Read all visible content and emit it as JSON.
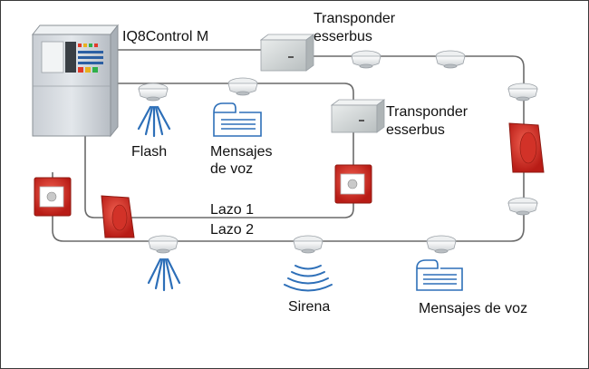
{
  "labels": {
    "panel": "IQ8Control M",
    "transponder_top_1": "Transponder",
    "transponder_top_2": "esserbus",
    "transponder_mid_1": "Transponder",
    "transponder_mid_2": "esserbus",
    "flash": "Flash",
    "voice_upper_1": "Mensajes",
    "voice_upper_2": "de voz",
    "loop1": "Lazo 1",
    "loop2": "Lazo 2",
    "siren": "Sirena",
    "voice_lower": "Mensajes de voz"
  },
  "colors": {
    "line": "#6a6a6a",
    "device_red": "#d62b22",
    "flash_blue": "#2d6fb8",
    "panel_body": "#d8dde2"
  },
  "icons": [
    "fire-panel",
    "transponder-module",
    "smoke-detector",
    "flash-beacon",
    "voice-message-device",
    "manual-call-point",
    "sounder",
    "siren-waves"
  ]
}
